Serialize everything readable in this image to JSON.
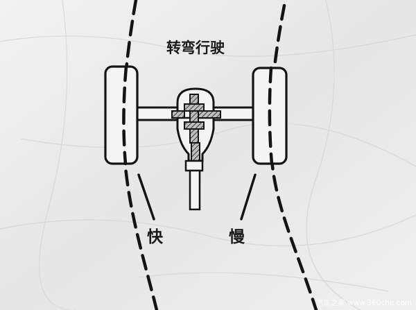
{
  "diagram": {
    "title": "转弯行驶",
    "left_wheel_label": "快",
    "right_wheel_label": "慢"
  },
  "watermark": {
    "text": "汽车之家 www.360che.com"
  },
  "colors": {
    "paper": "#ececec",
    "ink": "#141414",
    "gear": "#5a5a5a"
  }
}
